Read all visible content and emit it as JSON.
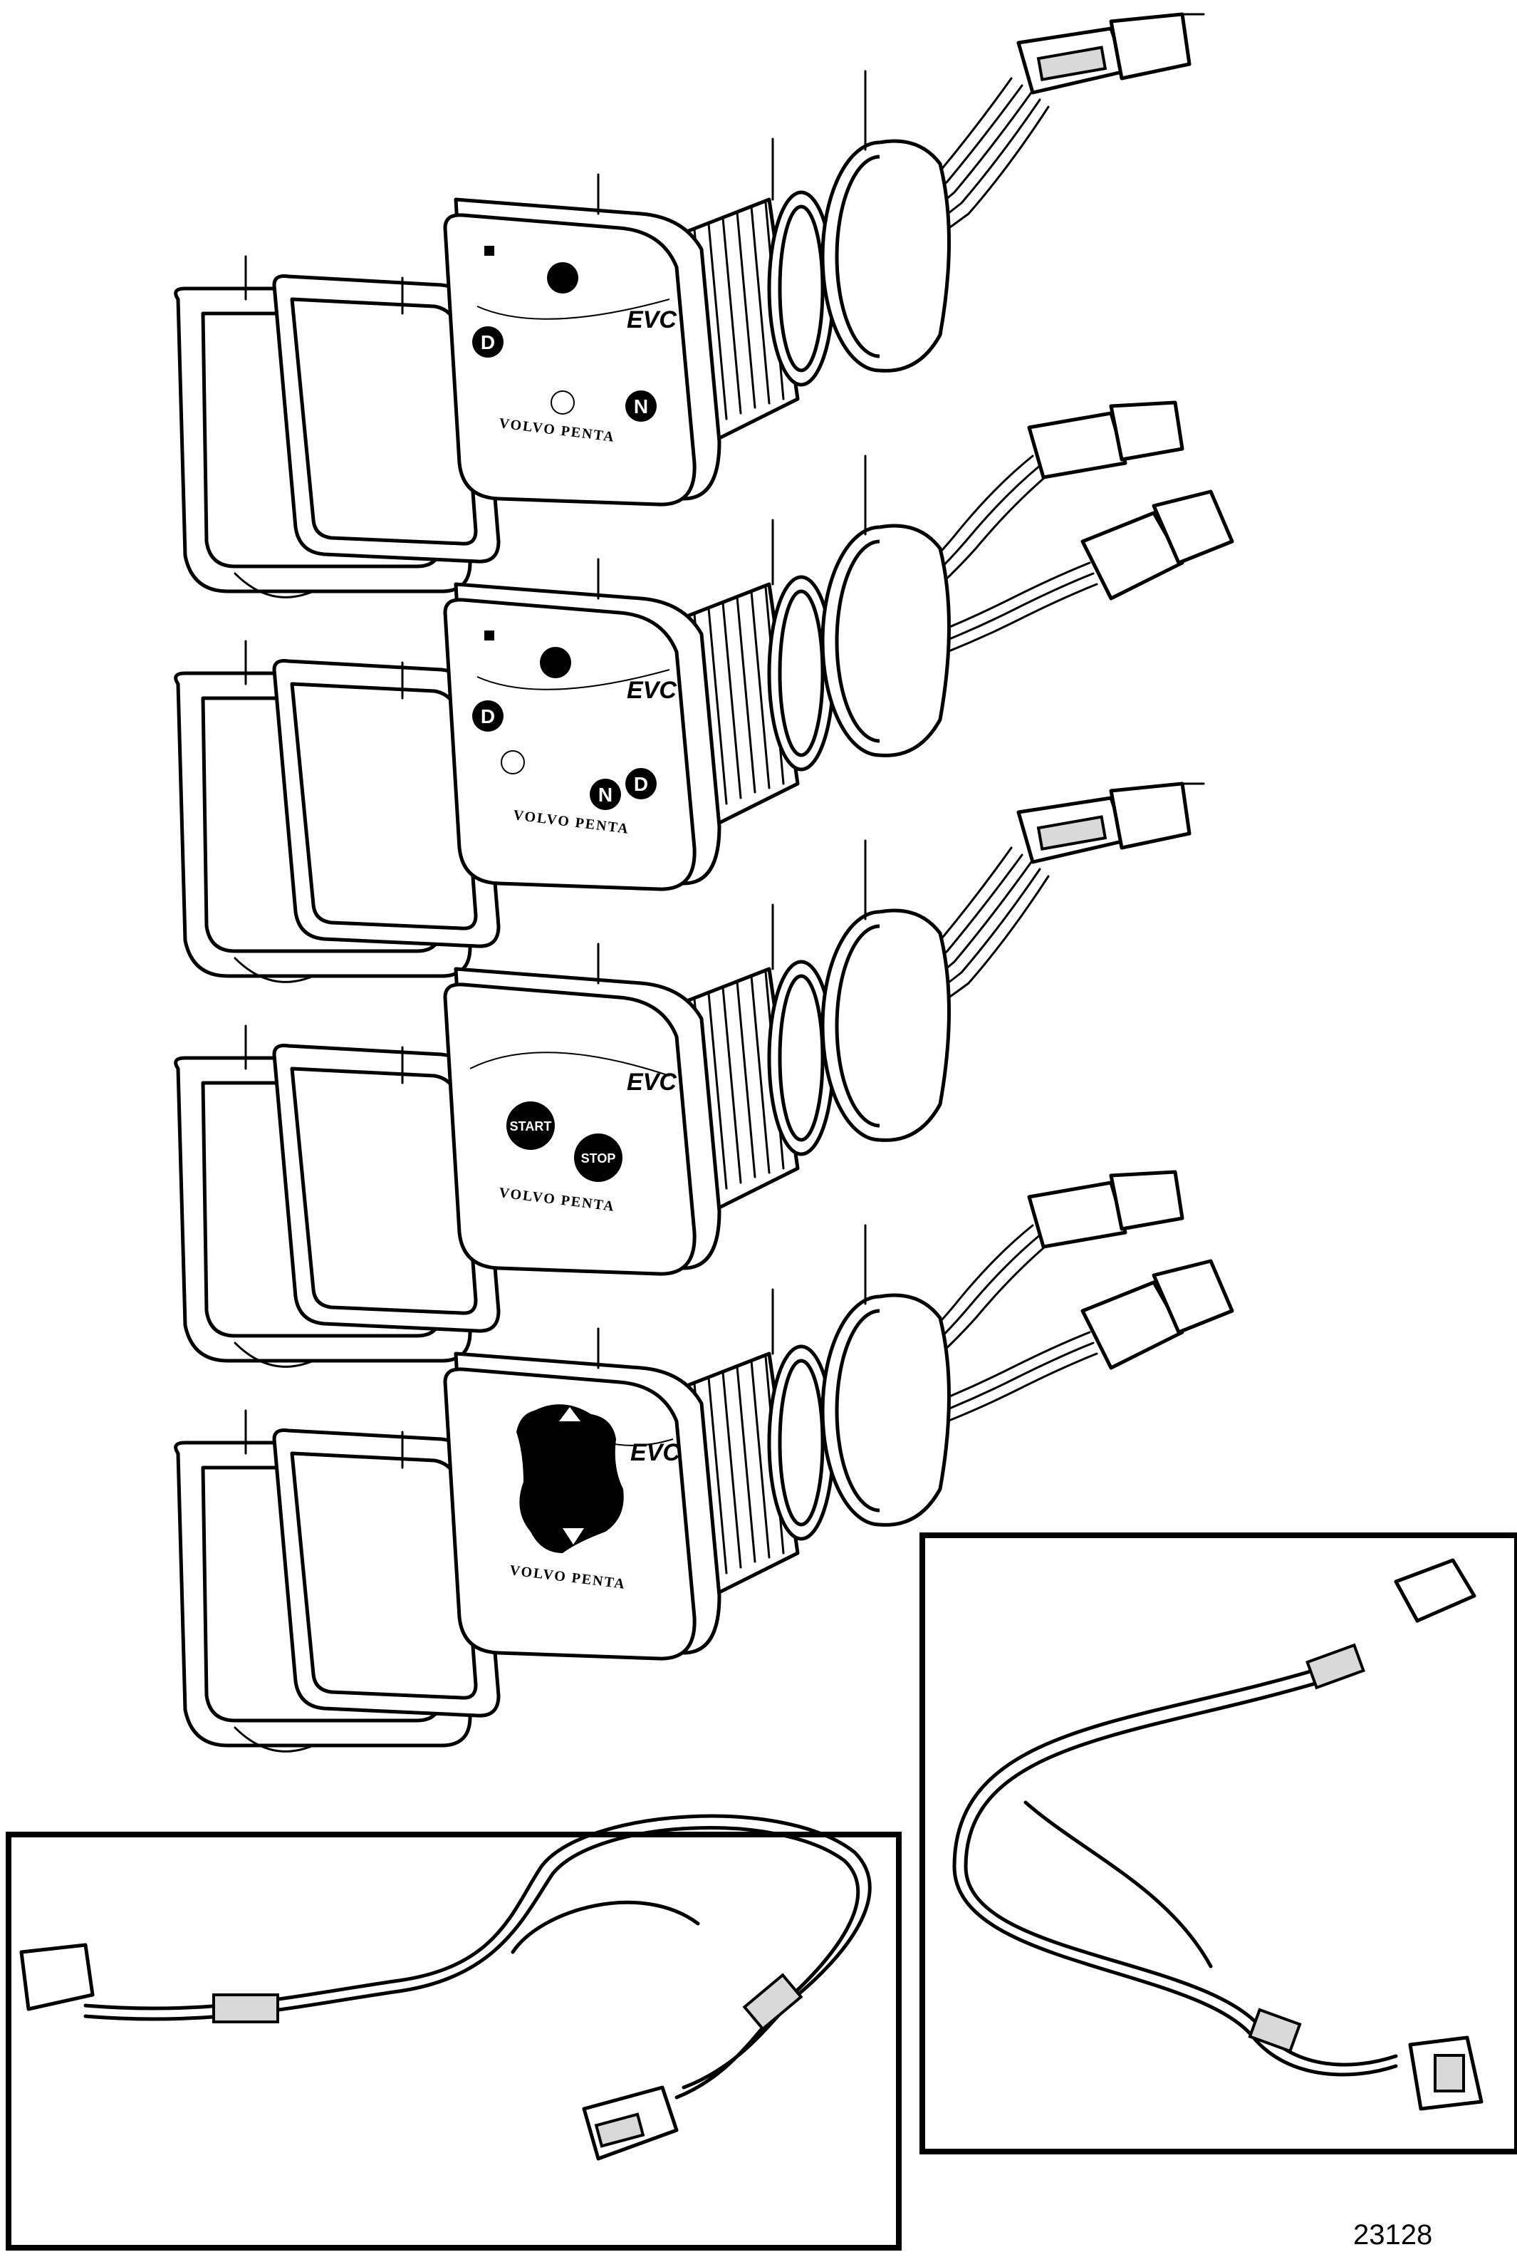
{
  "figure_number": "23128",
  "panels": [
    {
      "evc_label": "EVC",
      "brand": "VOLVO PENTA",
      "indicators": [
        "D",
        "N"
      ]
    },
    {
      "evc_label": "EVC",
      "brand": "VOLVO PENTA",
      "indicators": [
        "D",
        "N",
        "D"
      ]
    },
    {
      "evc_label": "EVC",
      "brand": "VOLVO PENTA",
      "buttons": [
        "START",
        "STOP"
      ]
    },
    {
      "evc_label": "EVC",
      "brand": "VOLVO PENTA"
    }
  ]
}
